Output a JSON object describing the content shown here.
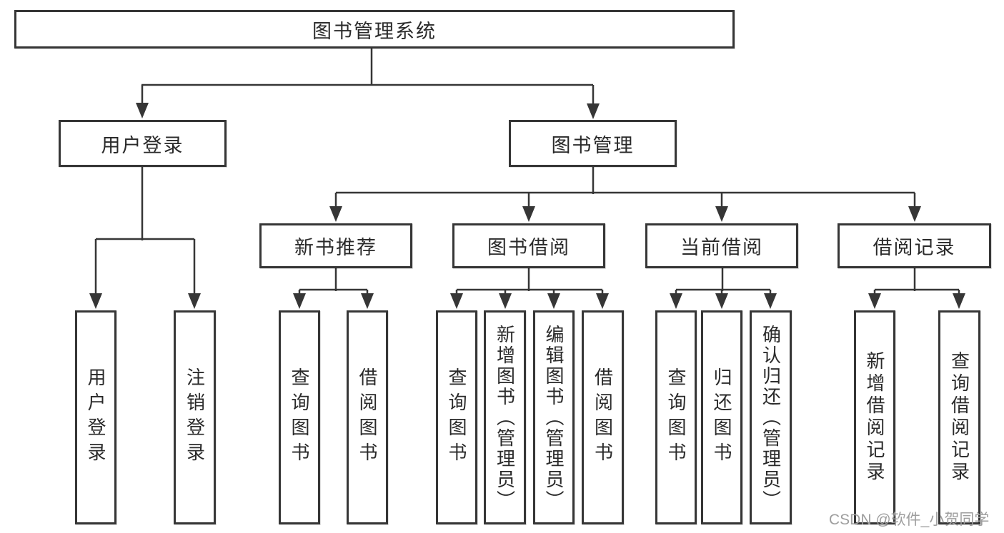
{
  "tree": {
    "label": "图书管理系统",
    "children": [
      {
        "label": "用户登录",
        "children": [
          {
            "label": "用户登录"
          },
          {
            "label": "注销登录"
          }
        ]
      },
      {
        "label": "图书管理",
        "children": [
          {
            "label": "新书推荐",
            "children": [
              {
                "label": "查询图书"
              },
              {
                "label": "借阅图书"
              }
            ]
          },
          {
            "label": "图书借阅",
            "children": [
              {
                "label": "查询图书"
              },
              {
                "label": "新增图书（管理员）"
              },
              {
                "label": "编辑图书（管理员）"
              },
              {
                "label": "借阅图书"
              }
            ]
          },
          {
            "label": "当前借阅",
            "children": [
              {
                "label": "查询图书"
              },
              {
                "label": "归还图书"
              },
              {
                "label": "确认归还（管理员）"
              }
            ]
          },
          {
            "label": "借阅记录",
            "children": [
              {
                "label": "新增借阅记录"
              },
              {
                "label": "查询借阅记录"
              }
            ]
          }
        ]
      }
    ]
  },
  "watermark": "CSDN @软件_小贺同学",
  "colors": {
    "line": "#363636",
    "text": "#2a2a2a",
    "watermark": "#9e9e9e",
    "background": "#ffffff"
  }
}
